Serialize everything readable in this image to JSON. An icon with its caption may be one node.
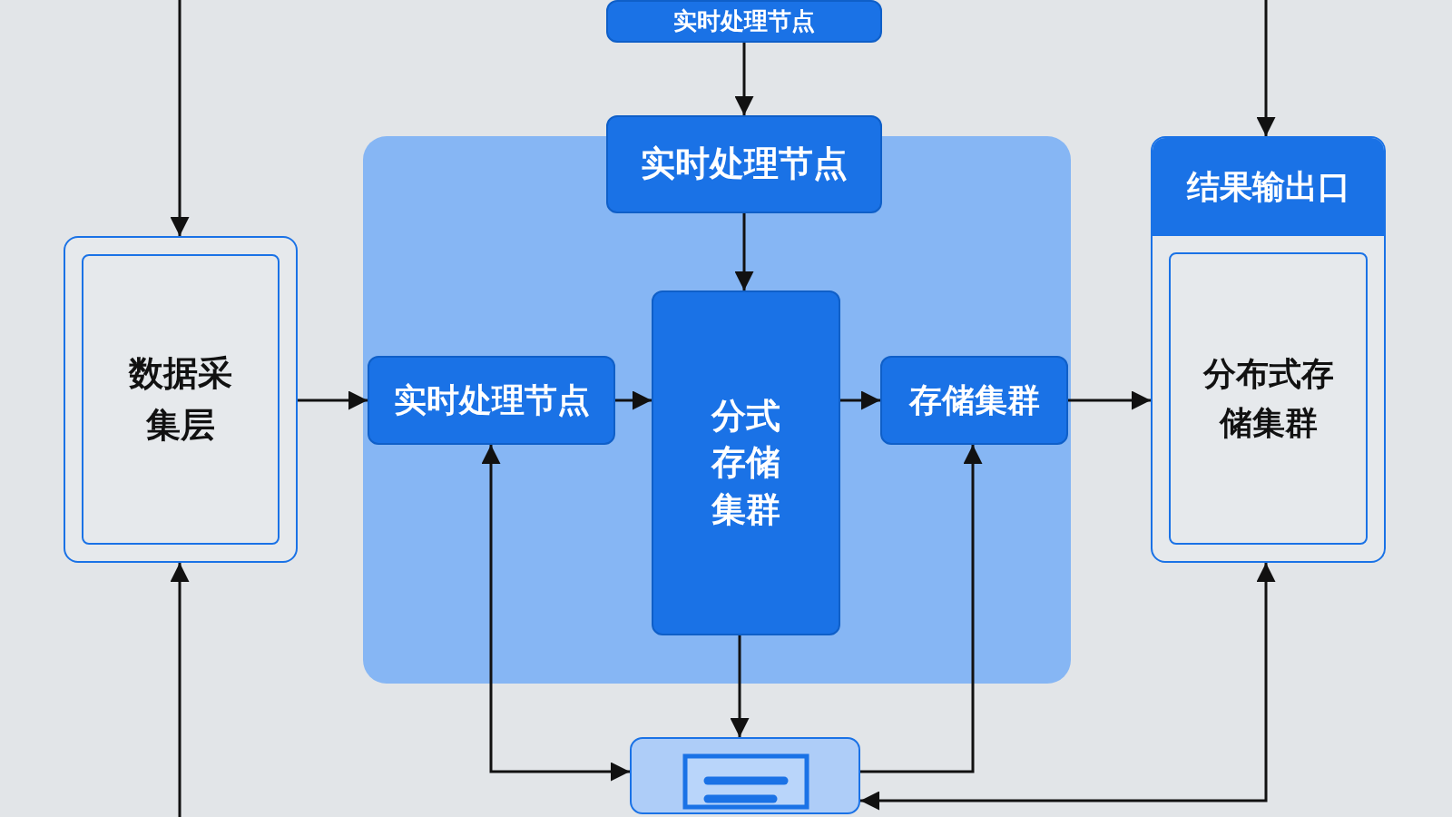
{
  "diagram": {
    "nodes": [
      {
        "text": [
          "实时处理节点"
        ]
      },
      {
        "text": [],
        "shape": "box"
      },
      {
        "text": [
          "实时处理节点"
        ]
      },
      {
        "text": [
          "数据采集层"
        ]
      },
      {
        "text": [
          "实时处理节点"
        ],
        "in": 1
      },
      {
        "text": [
          "分式存储集群"
        ],
        "in": 1
      },
      {
        "text": [
          "存储集群"
        ],
        "in": 1
      },
      {
        "text": [
          "结果输出口",
          "分布式存储集群"
        ]
      },
      {
        "text": [],
        "shape": "document"
      }
    ],
    "edges": [
      {
        "from": 0,
        "to": 2,
        "arrow": "to"
      },
      {
        "from": 2,
        "to": 5,
        "arrow": "to"
      },
      {
        "from": null,
        "to": 3,
        "arrow": "to"
      },
      {
        "from": null,
        "to": 3,
        "arrow": "to"
      },
      {
        "from": 3,
        "to": 4,
        "arrow": "to"
      },
      {
        "from": 4,
        "to": 5,
        "arrow": "to"
      },
      {
        "from": 5,
        "to": 6,
        "arrow": "to"
      },
      {
        "from": 6,
        "to": 7,
        "arrow": "to"
      },
      {
        "from": 5,
        "to": 8,
        "arrow": "to"
      },
      {
        "from": 4,
        "to": 8,
        "arrow": "both"
      },
      {
        "from": 8,
        "to": 6,
        "arrow": "to"
      },
      {
        "from": null,
        "to": 7,
        "arrow": "to"
      },
      {
        "from": 8,
        "to": 7,
        "arrow": "both"
      }
    ]
  }
}
